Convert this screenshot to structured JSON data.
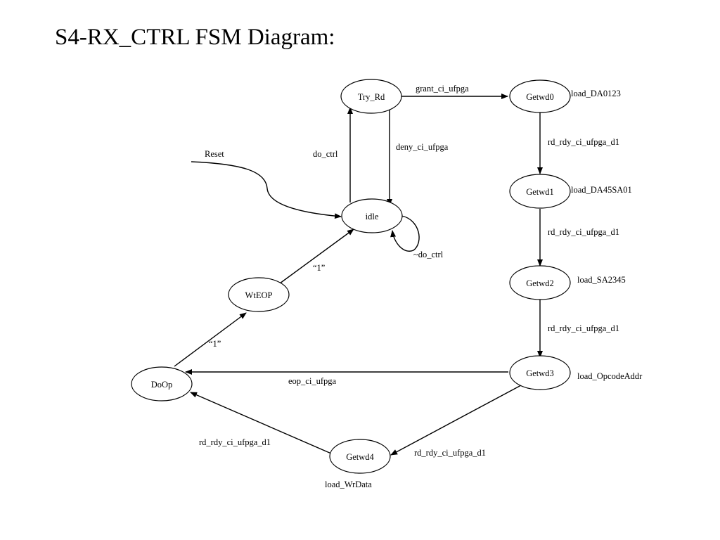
{
  "title": "S4-RX_CTRL FSM Diagram:",
  "states": {
    "try_rd": "Try_Rd",
    "getwd0": "Getwd0",
    "getwd1": "Getwd1",
    "getwd2": "Getwd2",
    "getwd3": "Getwd3",
    "getwd4": "Getwd4",
    "idle": "idle",
    "wteop": "WtEOP",
    "doop": "DoOp"
  },
  "transitions": {
    "grant": "grant_ci_ufpga",
    "deny": "deny_ci_ufpga",
    "do_ctrl": "do_ctrl",
    "not_do_ctrl": "~do_ctrl",
    "reset": "Reset",
    "rd_rdy_0_1": "rd_rdy_ci_ufpga_d1",
    "rd_rdy_1_2": "rd_rdy_ci_ufpga_d1",
    "rd_rdy_2_3": "rd_rdy_ci_ufpga_d1",
    "rd_rdy_3_4": "rd_rdy_ci_ufpga_d1",
    "rd_rdy_4_doop": "rd_rdy_ci_ufpga_d1",
    "eop": "eop_ci_ufpga",
    "wteop_idle": "“1”",
    "doop_wteop": "“1”"
  },
  "outputs": {
    "getwd0": "load_DA0123",
    "getwd1": "load_DA45SA01",
    "getwd2": "load_SA2345",
    "getwd3": "load_OpcodeAddr",
    "getwd4": "load_WrData"
  }
}
